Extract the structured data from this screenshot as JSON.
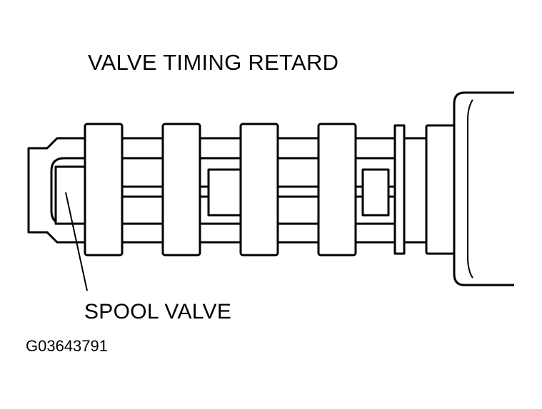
{
  "title": "VALVE TIMING RETARD",
  "callout": {
    "label": "SPOOL VALVE"
  },
  "figure_id": "G03643791",
  "colors": {
    "line": "#000000",
    "background": "#ffffff"
  }
}
